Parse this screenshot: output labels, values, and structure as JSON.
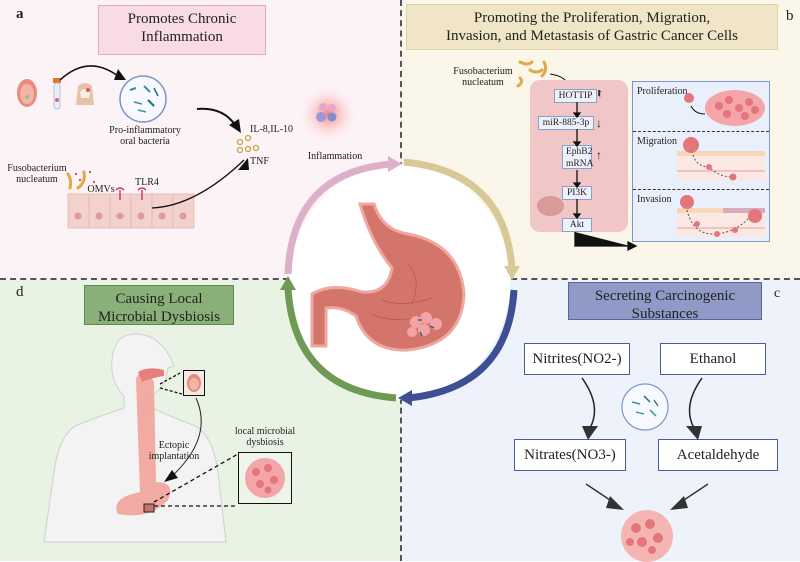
{
  "panels": {
    "a": {
      "letter": "a",
      "title_line1": "Promotes Chronic",
      "title_line2": "Inflammation",
      "bacteria_label_line1": "Pro-inflammatory",
      "bacteria_label_line2": "oral bacteria",
      "fuso_line1": "Fusobacterium",
      "fuso_line2": "nucleatum",
      "omvs": "OMVs",
      "tlr4": "TLR4",
      "cytokines": "IL-8,IL-10",
      "tnf": "TNF",
      "inflammation": "Inflammation",
      "color": "#f8dbe5"
    },
    "b": {
      "letter": "b",
      "title_line1": "Promoting the Proliferation, Migration,",
      "title_line2": "Invasion, and Metastasis of Gastric Cancer Cells",
      "fuso_line1": "Fusobacterium",
      "fuso_line2": "nucleatum",
      "pathway": [
        {
          "name": "HOTTIP",
          "direction": "up"
        },
        {
          "name": "miR-885-3p",
          "direction": "down"
        },
        {
          "name": "EphB2 mRNA",
          "direction": "up"
        },
        {
          "name": "PI3K",
          "direction": ""
        },
        {
          "name": "Akt",
          "direction": ""
        }
      ],
      "outcomes": [
        "Proliferation",
        "Migration",
        "Invasion"
      ],
      "color": "#f0e5c6"
    },
    "c": {
      "letter": "c",
      "title_line1": "Secreting Carcinogenic",
      "title_line2": "Substances",
      "nitrites": "Nitrites(NO2-)",
      "ethanol": "Ethanol",
      "nitrates": "Nitrates(NO3-)",
      "acetaldehyde": "Acetaldehyde",
      "color": "#8f9ac6"
    },
    "d": {
      "letter": "d",
      "title_line1": "Causing Local",
      "title_line2": "Microbial Dysbiosis",
      "ectopic_line1": "Ectopic",
      "ectopic_line2": "implantation",
      "dysbiosis_line1": "local microbial",
      "dysbiosis_line2": "dysbiosis",
      "color": "#8ab07a"
    }
  },
  "center": {
    "icon": "stomach-icon",
    "cycle_colors": [
      "#d9a9c4",
      "#d8c797",
      "#3f4f93",
      "#6e9a55"
    ]
  }
}
